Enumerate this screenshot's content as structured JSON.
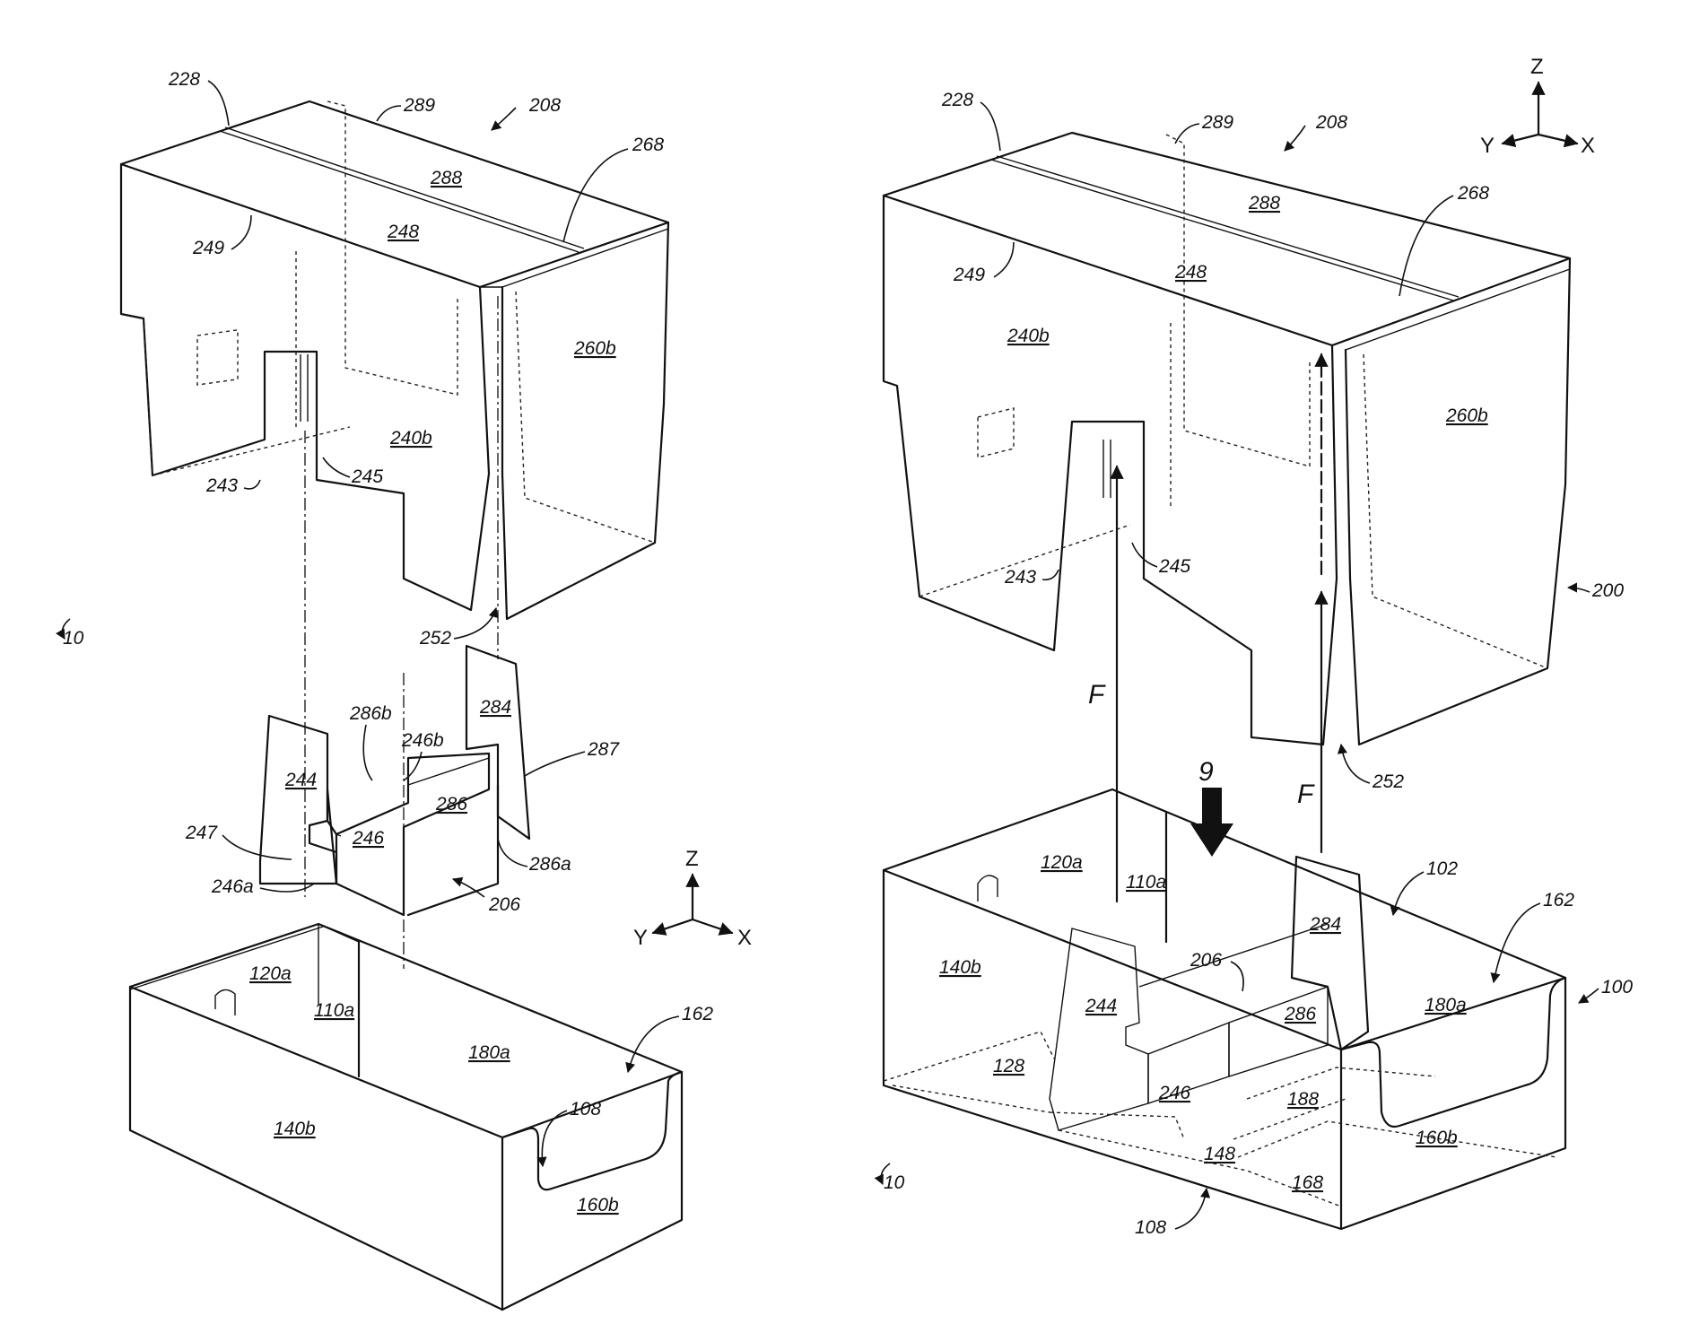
{
  "colors": {
    "line": "#111111",
    "background": "#ffffff"
  },
  "left": {
    "figure_ref": "10",
    "upper": {
      "l228": "228",
      "l289": "289",
      "l208": "208",
      "l288": "288",
      "l268": "268",
      "l248": "248",
      "l249": "249",
      "l260b": "260b",
      "l240b": "240b",
      "l243": "243",
      "l245": "245",
      "l252": "252"
    },
    "insert": {
      "l286b": "286b",
      "l246b": "246b",
      "l284": "284",
      "l287": "287",
      "l244": "244",
      "l286": "286",
      "l246": "246",
      "l247": "247",
      "l246a": "246a",
      "l286a": "286a",
      "l206": "206"
    },
    "tray": {
      "l120a": "120a",
      "l110a": "110a",
      "l180a": "180a",
      "l162": "162",
      "l108": "108",
      "l140b": "140b",
      "l160b": "160b"
    },
    "axes": {
      "z": "Z",
      "y": "Y",
      "x": "X"
    }
  },
  "right": {
    "figure_ref": "10",
    "upper": {
      "l228": "228",
      "l289": "289",
      "l208": "208",
      "l288": "288",
      "l268": "268",
      "l248": "248",
      "l249": "249",
      "l240b": "240b",
      "l260b": "260b",
      "l243": "243",
      "l245": "245",
      "l200": "200",
      "l252": "252"
    },
    "forces": {
      "f1": "F",
      "f2": "F",
      "section": "9"
    },
    "tray": {
      "l120a": "120a",
      "l110a": "110a",
      "l102": "102",
      "l162": "162",
      "l284": "284",
      "l206": "206",
      "l140b": "140b",
      "l244": "244",
      "l286": "286",
      "l180a": "180a",
      "l100": "100",
      "l128": "128",
      "l246": "246",
      "l188": "188",
      "l160b": "160b",
      "l148": "148",
      "l168": "168",
      "l108": "108"
    },
    "axes": {
      "z": "Z",
      "y": "Y",
      "x": "X"
    }
  }
}
